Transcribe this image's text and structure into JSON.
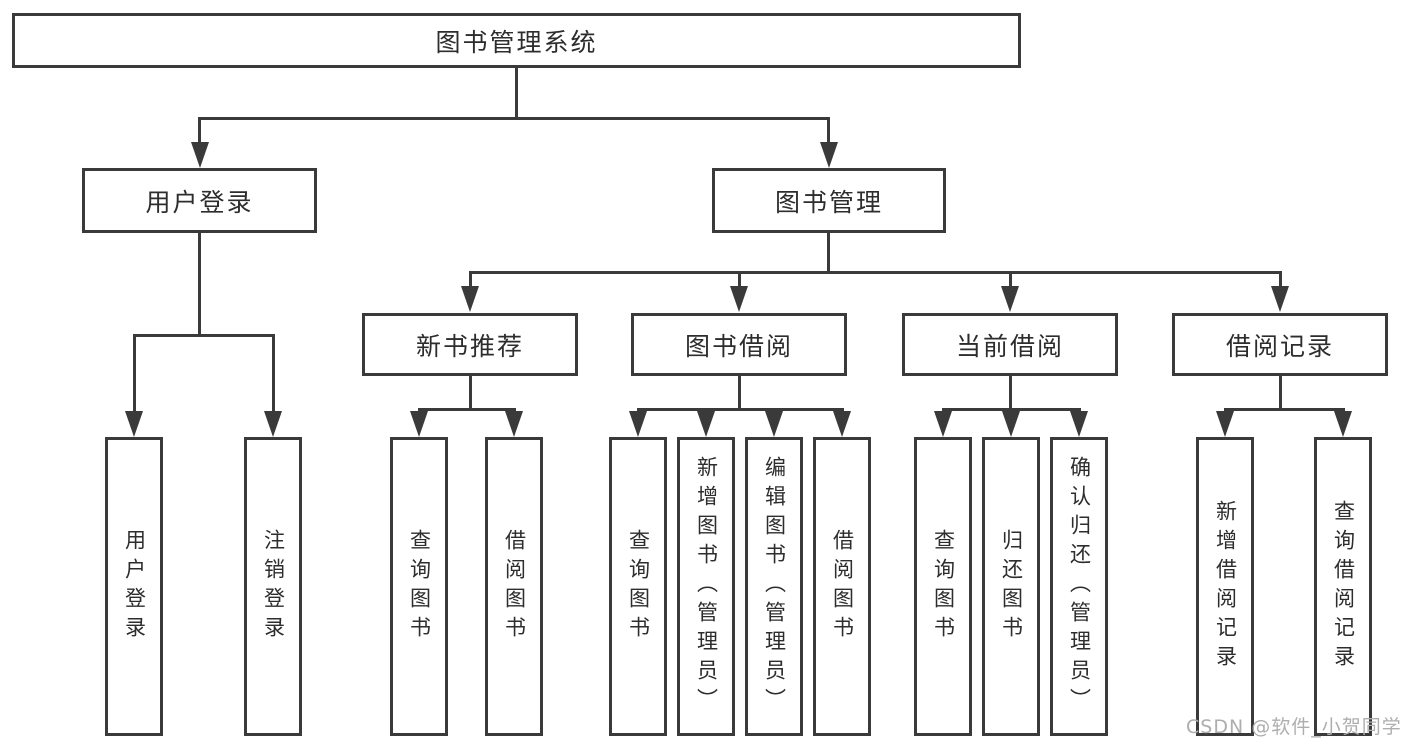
{
  "diagram_title": "图书管理系统",
  "tree": {
    "label": "图书管理系统",
    "children": [
      {
        "label": "用户登录",
        "children": [
          {
            "label": "用户登录"
          },
          {
            "label": "注销登录"
          }
        ]
      },
      {
        "label": "图书管理",
        "children": [
          {
            "label": "新书推荐",
            "children": [
              {
                "label": "查询图书"
              },
              {
                "label": "借阅图书"
              }
            ]
          },
          {
            "label": "图书借阅",
            "children": [
              {
                "label": "查询图书"
              },
              {
                "label": "新增图书（管理员）"
              },
              {
                "label": "编辑图书（管理员）"
              },
              {
                "label": "借阅图书"
              }
            ]
          },
          {
            "label": "当前借阅",
            "children": [
              {
                "label": "查询图书"
              },
              {
                "label": "归还图书"
              },
              {
                "label": "确认归还（管理员）"
              }
            ]
          },
          {
            "label": "借阅记录",
            "children": [
              {
                "label": "新增借阅记录"
              },
              {
                "label": "查询借阅记录"
              }
            ]
          }
        ]
      }
    ]
  },
  "watermark": {
    "text": "CSDN @软件_小贺同学"
  },
  "colors": {
    "line": "#3a3a3a",
    "text": "#2d2d2d",
    "watermark": "#aeaeae",
    "background": "#ffffff"
  }
}
